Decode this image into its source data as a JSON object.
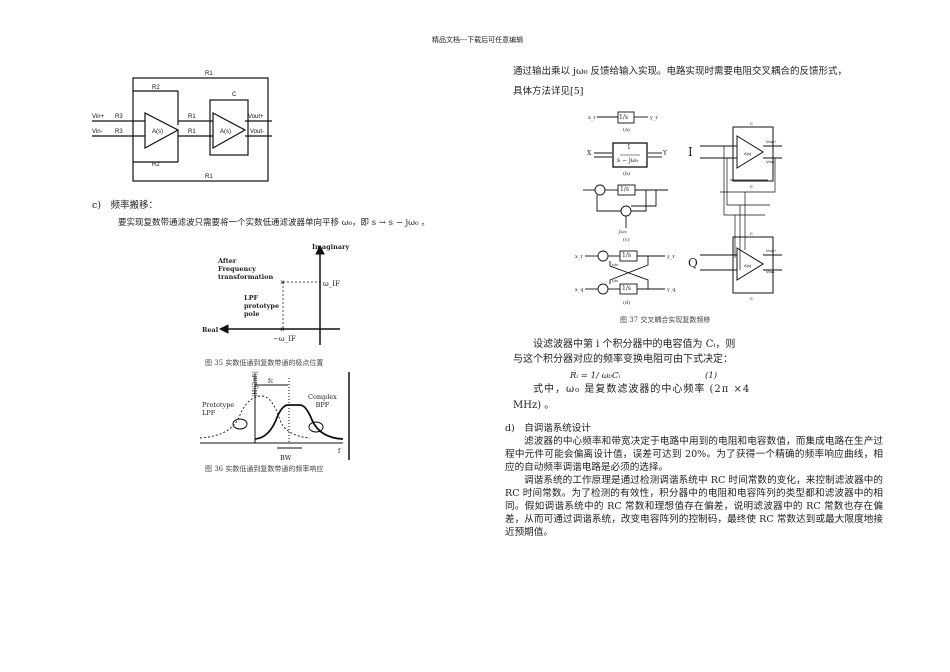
{
  "header": "精品文档---下载后可任意编辑",
  "left": {
    "fig_circuit_labels": {
      "vin_p": "Vin+",
      "vin_m": "Vin-",
      "r1": "R1",
      "r2": "R2",
      "r3": "R3",
      "c": "C",
      "amp": "A(s)",
      "vout_p": "Vout+",
      "vout_m": "Vout-"
    },
    "section_c": "c)　频率搬移：",
    "section_c_text": "要实现复数带通滤波只需要将一个实数低通滤波器单向平移 ω₀，即 s → s − jω₀ 。",
    "fig35": {
      "imaginary": "Imaginary",
      "real": "Real",
      "after": [
        "After",
        "Frequency",
        "transformation"
      ],
      "lpf": [
        "LPF",
        "prototype",
        "pole"
      ],
      "w_if": "ω_IF",
      "neg_w_if": "−ω_IF",
      "caption": "图 35 实数低通到复数带通的极点位置"
    },
    "fig36": {
      "yaxis": "|H(j2πf)|",
      "fc": "fc",
      "proto": [
        "Prototype",
        "LPF"
      ],
      "complex": [
        "Complex",
        "BPF"
      ],
      "bw": "BW",
      "f": "f",
      "caption": "图 36 实数低通到复数带通的频率响应"
    }
  },
  "right": {
    "intro": "通过输出乘以 jω₀ 反馈给输入实现。电路实现时需要电阻交叉耦合的反馈形式，",
    "intro2": "具体方法详见[5]",
    "fig37": {
      "a": "(a)",
      "b": "(b)",
      "c": "(c)",
      "d": "(d)",
      "I": "I",
      "Q": "Q",
      "integ": "1/s",
      "tf_num": "1",
      "tf_den": "s − jω₀",
      "x": "X",
      "y": "Y",
      "xr": "x_r",
      "yr": "y_r",
      "xq": "x_q",
      "yq": "y_q",
      "jw0": "jω₀",
      "w0": "ω₀",
      "caption": "图 37 交叉耦合实现复数频移"
    },
    "p1a": "设滤波器中第 i 个积分器中的电容值为 Cᵢ，则",
    "p1b": "与这个积分器对应的频率变换电阻可由下式决定：",
    "formula": "Rᵢ = 1/ ω₀Cᵢ",
    "formula_no": "(1)",
    "p2a": "式中，ω₀ 是复数滤波器的中心频率 (2π ×4",
    "p2b": "MHz) 。",
    "section_d": "d)　自调谐系统设计",
    "p3": "滤波器的中心频率和带宽决定于电路中用到的电阻和电容数值，而集成电路在生产过程中元件可能会偏离设计值，误差可达到 20%。为了获得一个精确的频率响应曲线，相应的自动频率调谐电路是必须的选择。",
    "p4": "调谐系统的工作原理是通过检测调谐系统中 RC 时间常数的变化，来控制滤波器中的 RC 时间常数。为了检测的有效性，积分器中的电阻和电容阵列的类型都和滤波器中的相同。假如调谐系统中的 RC 常数和理想值存在偏差，说明滤波器中的 RC 常数也存在偏差，从而可通过调谐系统，改变电容阵列的控制码，最终使 RC 常数达到或最大限度地接近预期值。"
  }
}
